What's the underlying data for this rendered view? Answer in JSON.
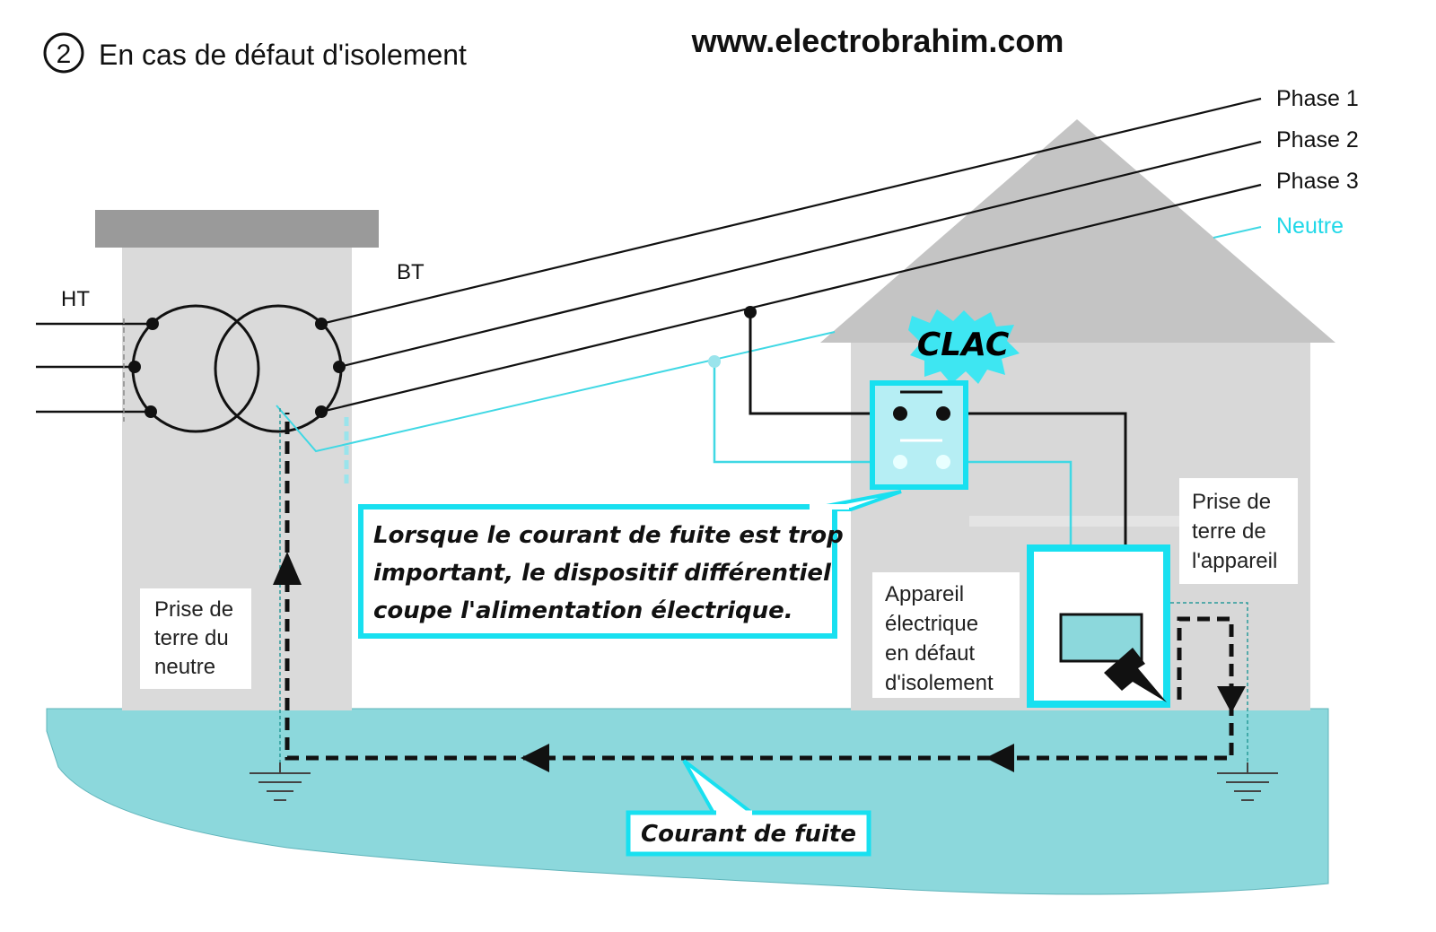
{
  "header": {
    "step_number": "2",
    "title": "En cas de défaut d'isolement",
    "website": "www.electrobrahim.com"
  },
  "transformer": {
    "ht_label": "HT",
    "bt_label": "BT"
  },
  "lines": {
    "phase1": "Phase 1",
    "phase2": "Phase 2",
    "phase3": "Phase 3",
    "neutre": "Neutre"
  },
  "device": {
    "clac": "CLAC"
  },
  "callouts": {
    "rcd_line1": "Lorsque le courant de fuite est trop",
    "rcd_line2": "important, le dispositif différentiel",
    "rcd_line3": "coupe l'alimentation électrique.",
    "leak": "Courant de fuite"
  },
  "labels": {
    "neutral_earth": [
      "Prise de",
      "terre du",
      "neutre"
    ],
    "appliance": [
      "Appareil",
      "électrique",
      "en défaut",
      "d'isolement"
    ],
    "appliance_earth": [
      "Prise de",
      "terre de",
      "l'appareil"
    ]
  },
  "colors": {
    "cyan": "#18e0f0",
    "ground": "#8cd8dc",
    "building": "#d8d8d8",
    "roof": "#c8c8c8",
    "wire": "#111111"
  }
}
